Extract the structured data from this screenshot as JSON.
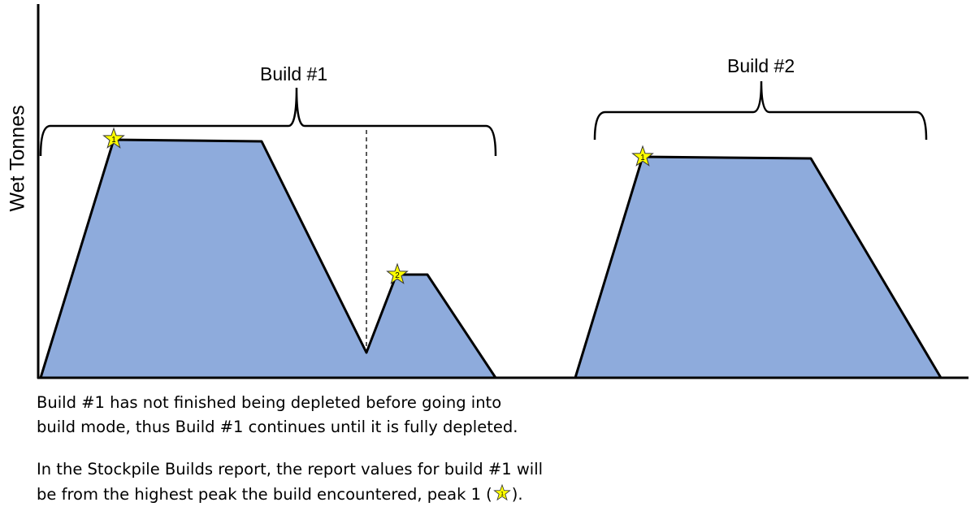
{
  "y_axis_label": "Wet Tonnes",
  "builds": [
    {
      "label": "Build #1",
      "peaks": [
        "1",
        "2"
      ]
    },
    {
      "label": "Build #2",
      "peaks": [
        "1"
      ]
    }
  ],
  "notes": {
    "line1": "Build #1 has not finished being depleted before going into",
    "line2": "build mode, thus Build #1 continues until it is fully depleted.",
    "line3": "In the Stockpile Builds report, the report values for build #1 will",
    "line4_before": "be from the highest peak the build encountered, peak 1 (",
    "line4_star": "1",
    "line4_after": ")."
  },
  "colors": {
    "fill": "#8eabdc",
    "star": "#ffff00",
    "line": "#000000"
  }
}
